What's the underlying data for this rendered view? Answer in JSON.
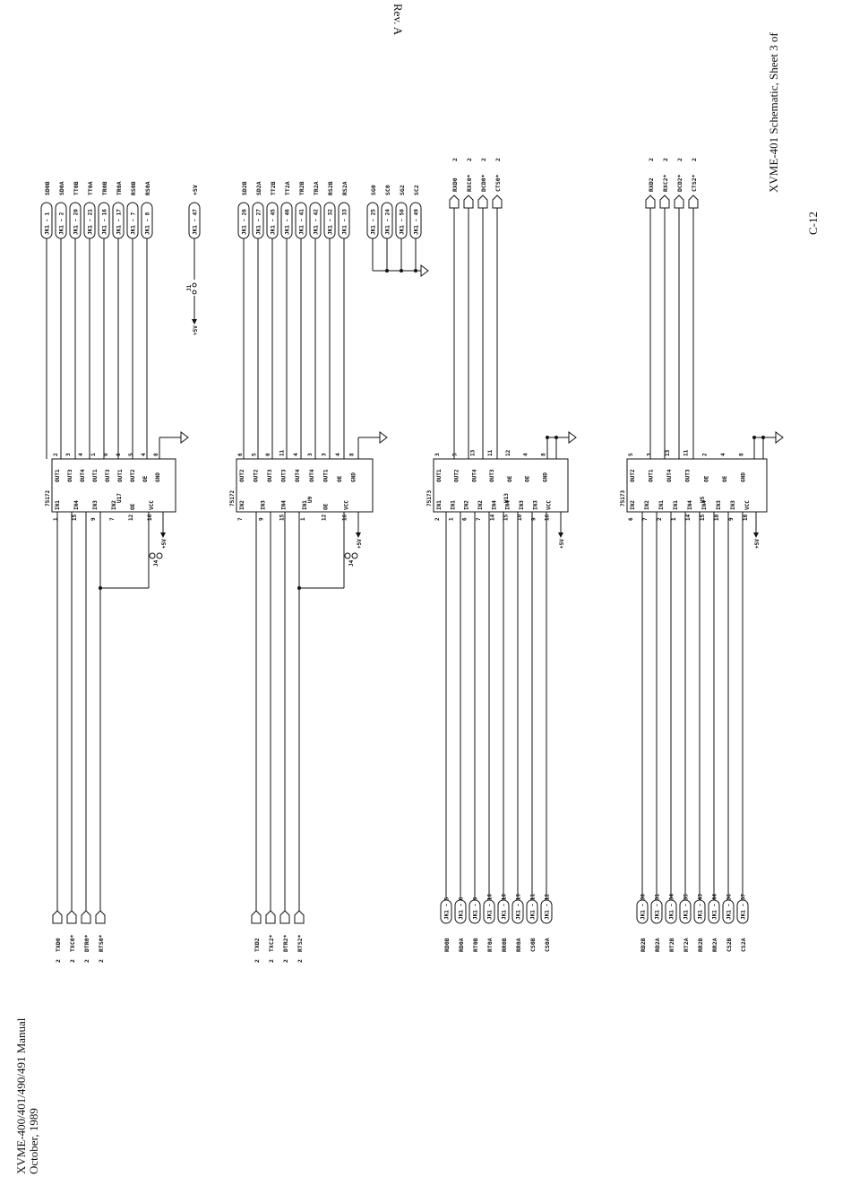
{
  "header": {
    "revision": "Rev. A",
    "sheet_title": "XVME-401 Schematic, Sheet 3 of",
    "page_number": "C-12"
  },
  "footer": {
    "manual_title": "XVME-400/401/490/491 Manual",
    "date": "October, 1989"
  },
  "common": {
    "power_label": "+5V",
    "sheet_ref": "2",
    "jumper1": "J1",
    "jumper4": "J4"
  },
  "chips": [
    {
      "part": "75172",
      "ref": "U17",
      "top_pins": [
        "OUT1",
        "OUT3",
        "OUT4",
        "OUT1",
        "OUT3",
        "OUT1",
        "OUT2",
        "OE",
        "GND"
      ],
      "top_nums": [
        "2",
        "3",
        "4",
        "1",
        "0",
        "6",
        "5",
        "4",
        "8"
      ],
      "bot_pins": [
        "IN1",
        "IN4",
        "IN3",
        "IN2",
        "OE",
        "VCC"
      ],
      "bot_nums": [
        "1",
        "15",
        "9",
        "7",
        "12",
        "16"
      ],
      "top_nets": [
        "SD0B",
        "SD0A",
        "TT0B",
        "TT0A",
        "TR0B",
        "TR0A",
        "RS0B",
        "RS0A"
      ],
      "top_conns": [
        "JK1 - 1",
        "JK1 - 2",
        "JK1 - 20",
        "JK1 - 21",
        "JK1 - 16",
        "JK1 - 17",
        "JK1 - 7",
        "JK1 - 8"
      ],
      "bot_nets": [
        "TXD0",
        "TXC0*",
        "DTR0*",
        "RTS0*"
      ],
      "extra_net": "+5V",
      "extra_conn": "JK1 - 47"
    },
    {
      "part": "75172",
      "ref": "U9",
      "top_pins": [
        "OUT2",
        "OUT2",
        "OUT3",
        "OUT3",
        "OUT4",
        "OUT4",
        "OUT1",
        "OE",
        "GND"
      ],
      "top_nums": [
        "6",
        "5",
        "0",
        "11",
        "4",
        "3",
        "3",
        "4",
        "8"
      ],
      "bot_pins": [
        "IN2",
        "IN3",
        "IN4",
        "IN1",
        "OE",
        "VCC"
      ],
      "bot_nums": [
        "7",
        "9",
        "15",
        "1",
        "12",
        "16"
      ],
      "top_nets": [
        "SD2B",
        "SD2A",
        "TT2B",
        "TT2A",
        "TR2B",
        "TR2A",
        "RS2B",
        "RS2A"
      ],
      "top_conns": [
        "JK1 - 26",
        "JK1 - 27",
        "JK1 - 45",
        "JK1 - 46",
        "JK1 - 41",
        "JK1 - 42",
        "JK1 - 32",
        "JK1 - 33"
      ],
      "bot_nets": [
        "TXD2",
        "TXC2*",
        "DTR2*",
        "RTS2*"
      ],
      "gnd_nets": [
        "SG0",
        "SC0",
        "SG2",
        "SC2"
      ],
      "gnd_conns": [
        "JK1 - 25",
        "JK1 - 24",
        "JK1 - 50",
        "JK1 - 49"
      ]
    },
    {
      "part": "75173",
      "ref": "U13",
      "top_pins": [
        "OUT1",
        "OUT2",
        "OUT4",
        "OUT3",
        "OE",
        "OE",
        "GND"
      ],
      "top_nums": [
        "3",
        "5",
        "13",
        "11",
        "12",
        "4",
        "8"
      ],
      "bot_pins": [
        "IN1",
        "IN1",
        "IN2",
        "IN2",
        "IN4",
        "IN4",
        "IN3",
        "IN3",
        "VCC"
      ],
      "bot_nums": [
        "2",
        "1",
        "6",
        "7",
        "14",
        "15",
        "10",
        "9",
        "16"
      ],
      "top_nets": [
        "RXD0",
        "RXC0*",
        "DCD0*",
        "CTS0*"
      ],
      "bot_nets": [
        "RD0B",
        "RD0A",
        "RT0B",
        "RT0A",
        "RR0B",
        "RR0A",
        "CS0B",
        "CS0A"
      ],
      "bot_conns": [
        "JK1 - 5",
        "JK1 - 6",
        "JK1 - 9",
        "JK1 - 10",
        "JK1 - 18",
        "JK1 - 19",
        "JK1 - 11",
        "JK1 - 12"
      ]
    },
    {
      "part": "75173",
      "ref": "U5",
      "top_pins": [
        "OUT2",
        "OUT1",
        "OUT4",
        "OUT3",
        "OE",
        "OE",
        "GND"
      ],
      "top_nums": [
        "5",
        "3",
        "13",
        "11",
        "2",
        "4",
        "8"
      ],
      "bot_pins": [
        "IN2",
        "IN2",
        "IN1",
        "IN1",
        "IN4",
        "IN4",
        "IN3",
        "IN3",
        "VCC"
      ],
      "bot_nums": [
        "6",
        "7",
        "2",
        "1",
        "14",
        "15",
        "10",
        "9",
        "16"
      ],
      "top_nets": [
        "RXD2",
        "RXC2*",
        "DCD2*",
        "CTS2*"
      ],
      "bot_nets": [
        "RD2B",
        "RD2A",
        "RT2B",
        "RT2A",
        "RR2B",
        "RR2A",
        "CS2B",
        "CS2A"
      ],
      "bot_conns": [
        "JK1 - 30",
        "JK1 - 31",
        "JK1 - 34",
        "JK1 - 35",
        "JK1 - 43",
        "JK1 - 44",
        "JK1 - 36",
        "JK1 - 37"
      ]
    }
  ]
}
